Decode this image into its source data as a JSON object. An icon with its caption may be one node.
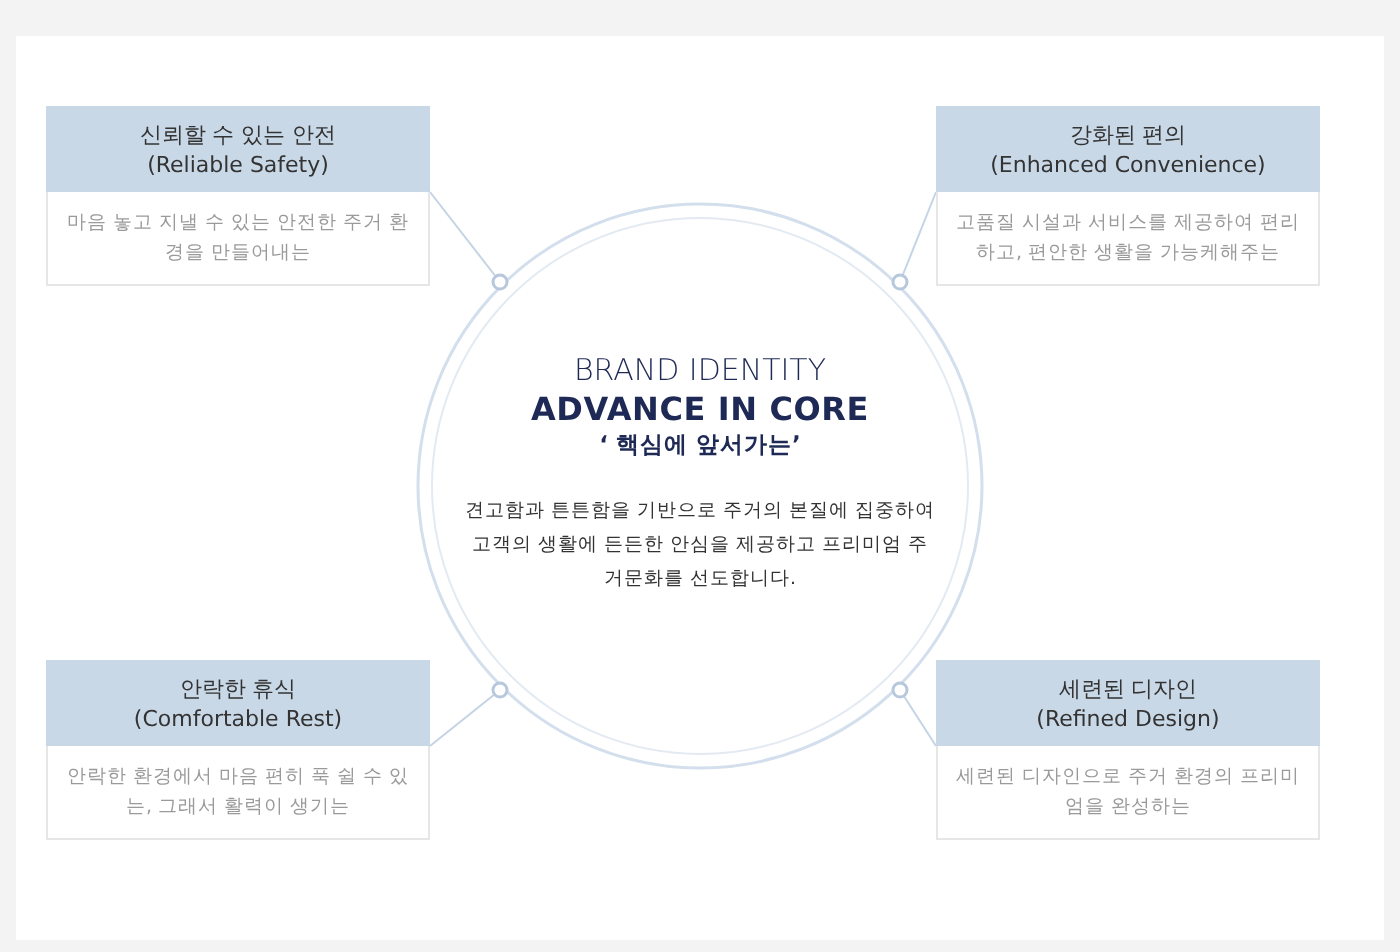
{
  "diagram": {
    "nodes": [
      {
        "text": [
          "BRAND IDENTITY",
          "ADVANCE IN CORE",
          "‘ 핵심에 앞서가는’",
          "견고함과 튼튼함을 기반으로 주거의 본질에 집중하여 고객의 생활에 든든한 안심을 제공하고 프리미엄 주거문화를 선도합니다."
        ]
      },
      {
        "text": [
          "신뢰할 수 있는 안전",
          "(Reliable Safety)",
          "마음 놓고 지낼 수 있는 안전한 주거 환경을 만들어내는"
        ]
      },
      {
        "text": [
          "강화된 편의",
          "(Enhanced Convenience)",
          "고품질 시설과 서비스를 제공하여 편리하고, 편안한 생활을 가능케해주는"
        ]
      },
      {
        "text": [
          "안락한 휴식",
          "(Comfortable Rest)",
          "안락한 환경에서 마음 편히 푹 쉴 수 있는, 그래서 활력이 생기는"
        ]
      },
      {
        "text": [
          "세련된 디자인",
          "(Refined Design)",
          "세련된 디자인으로 주거 환경의 프리미엄을 완성하는"
        ]
      }
    ],
    "edges": [
      {
        "from": 1,
        "to": 0,
        "arrow": "none"
      },
      {
        "from": 2,
        "to": 0,
        "arrow": "none"
      },
      {
        "from": 3,
        "to": 0,
        "arrow": "none"
      },
      {
        "from": 4,
        "to": 0,
        "arrow": "none"
      }
    ]
  }
}
